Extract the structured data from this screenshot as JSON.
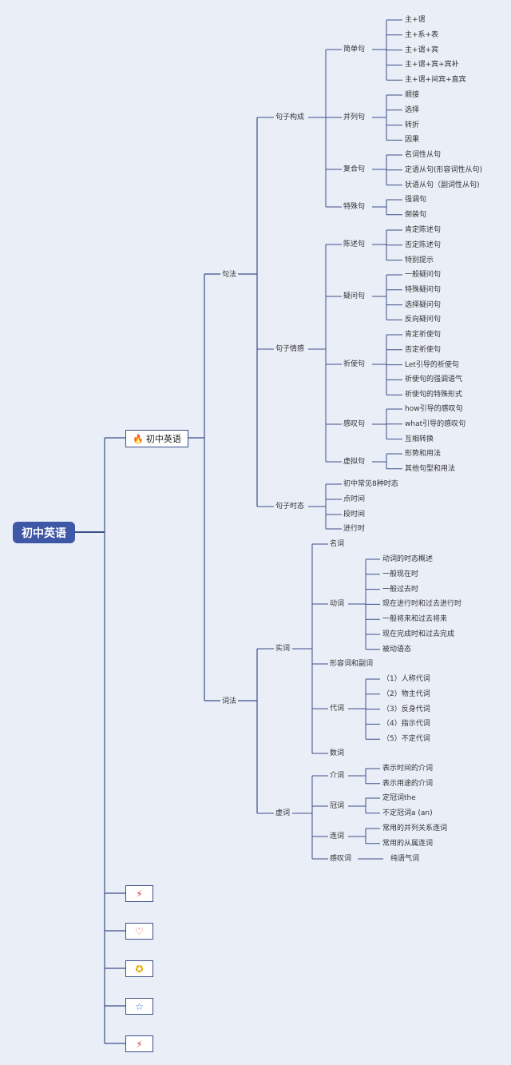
{
  "root": {
    "label": "初中英语"
  },
  "main": {
    "label": "初中英语",
    "icon": "flame-icon"
  },
  "branches": {
    "syntax": {
      "label": "句法",
      "groups": [
        {
          "label": "句子构成",
          "subs": [
            {
              "label": "简单句",
              "leaves": [
                "主+谓",
                "主+系+表",
                "主+谓+宾",
                "主+谓+宾+宾补",
                "主+谓+间宾+直宾"
              ]
            },
            {
              "label": "并列句",
              "leaves": [
                "顺接",
                "选择",
                "转折",
                "因果"
              ]
            },
            {
              "label": "复合句",
              "leaves": [
                "名词性从句",
                "定语从句(形容词性从句)",
                "状语从句（副词性从句)"
              ]
            },
            {
              "label": "特殊句",
              "leaves": [
                "强调句",
                "倒装句"
              ]
            }
          ]
        },
        {
          "label": "句子情感",
          "subs": [
            {
              "label": "陈述句",
              "leaves": [
                "肯定陈述句",
                "否定陈述句",
                "特别提示"
              ]
            },
            {
              "label": "疑问句",
              "leaves": [
                "一般疑问句",
                "特殊疑问句",
                "选择疑问句",
                "反向疑问句"
              ]
            },
            {
              "label": "祈使句",
              "leaves": [
                "肯定祈使句",
                "否定祈使句",
                "Let引导的祈使句",
                "祈使句的强调语气",
                "祈使句的特殊形式"
              ]
            },
            {
              "label": "感叹句",
              "leaves": [
                "how引导的感叹句",
                "what引导的感叹句",
                "互相转换"
              ]
            },
            {
              "label": "虚拟句",
              "leaves": [
                "形势和用法",
                "其他句型和用法"
              ]
            }
          ]
        },
        {
          "label": "句子时态",
          "subs": [
            {
              "label": "初中常见8种时态",
              "leaves": []
            },
            {
              "label": "点时间",
              "leaves": []
            },
            {
              "label": "段时间",
              "leaves": []
            },
            {
              "label": "进行时",
              "leaves": []
            }
          ]
        }
      ]
    },
    "morphology": {
      "label": "词法",
      "groups": [
        {
          "label": "实词",
          "subs": [
            {
              "label": "名词",
              "leaves": []
            },
            {
              "label": "动词",
              "leaves": [
                "动词的时态概述",
                "一般现在时",
                "一般过去时",
                "现在进行时和过去进行时",
                "一般将来和过去将来",
                "现在完成时和过去完成",
                "被动语态"
              ]
            },
            {
              "label": "形容词和副词",
              "leaves": []
            },
            {
              "label": "代词",
              "leaves": [
                "（1）人称代词",
                "（2）物主代词",
                "（3）反身代词",
                "（4）指示代词",
                "（5）不定代词"
              ]
            },
            {
              "label": "数词",
              "leaves": []
            }
          ]
        },
        {
          "label": "虚词",
          "subs": [
            {
              "label": "介词",
              "leaves": [
                "表示时间的介词",
                "表示用途的介词"
              ]
            },
            {
              "label": "冠词",
              "leaves": [
                "定冠词the",
                "不定冠词a (an)"
              ]
            },
            {
              "label": "连词",
              "leaves": [
                "常用的并列关系连词",
                "常用的从属连词"
              ]
            },
            {
              "label": "感叹词",
              "leaves": [
                "纯语气词"
              ]
            }
          ]
        }
      ]
    }
  },
  "icon_nodes": [
    {
      "icon": "magic-wand-icon",
      "glyph": "⚡",
      "color": "#d23a4a"
    },
    {
      "icon": "heart-icon",
      "glyph": "♡",
      "color": "#d23a3a"
    },
    {
      "icon": "award-icon",
      "glyph": "✪",
      "color": "#e0a800"
    },
    {
      "icon": "star-icon",
      "glyph": "☆",
      "color": "#2a7de1"
    },
    {
      "icon": "magic-wand-icon",
      "glyph": "⚡",
      "color": "#d23a4a"
    }
  ],
  "colors": {
    "line": "#3d4f8a",
    "root_fill": "#3e57a6",
    "background": "#e9eef7"
  }
}
